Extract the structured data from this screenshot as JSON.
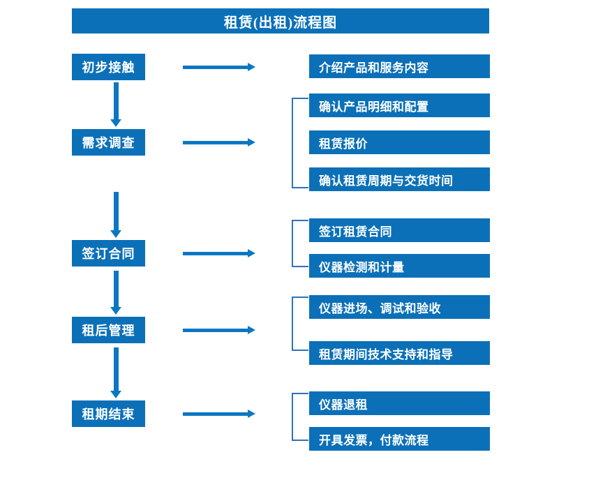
{
  "diagram": {
    "title": "租赁(出租)流程图",
    "colors": {
      "box_fill": "#0b70b8",
      "box_text": "#ffffff",
      "arrow": "#0b77c2",
      "bracket": "#2f72b8",
      "background": "#ffffff"
    },
    "stages": [
      {
        "label": "初步接触"
      },
      {
        "label": "需求调查"
      },
      {
        "label": "签订合同"
      },
      {
        "label": "租后管理"
      },
      {
        "label": "租期结束"
      }
    ],
    "details": [
      {
        "label": "介绍产品和服务内容"
      },
      {
        "label": "确认产品明细和配置"
      },
      {
        "label": "租赁报价"
      },
      {
        "label": "确认租赁周期与交货时间"
      },
      {
        "label": "签订租赁合同"
      },
      {
        "label": "仪器检测和计量"
      },
      {
        "label": "仪器进场、调试和验收"
      },
      {
        "label": "租赁期间技术支持和指导"
      },
      {
        "label": "仪器退租"
      },
      {
        "label": "开具发票，付款流程"
      }
    ]
  }
}
